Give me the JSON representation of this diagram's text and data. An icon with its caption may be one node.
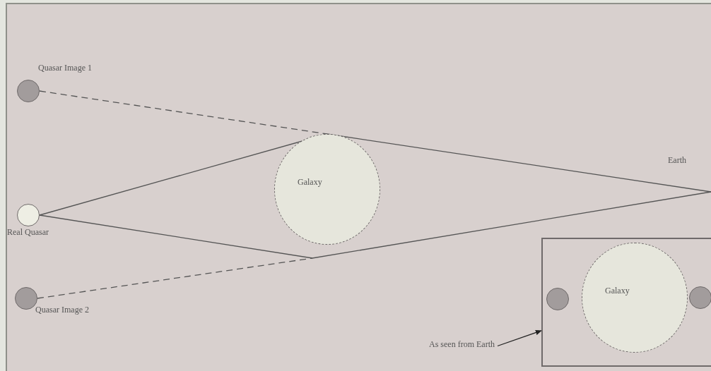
{
  "diagram": {
    "nodes": [
      {
        "text": [],
        "shape": "circle",
        "beside": [
          "Quasar Image 1"
        ]
      },
      {
        "text": [],
        "shape": "circle",
        "beside": [
          "Real Quasar"
        ]
      },
      {
        "text": [],
        "shape": "circle",
        "beside": [
          "Quasar Image 2"
        ]
      },
      {
        "text": [
          "Galaxy"
        ]
      },
      {
        "text": [
          "Earth"
        ]
      },
      {
        "text": [],
        "shape": "box"
      },
      {
        "text": [],
        "shape": "circle",
        "in": 5
      },
      {
        "text": [
          "Galaxy"
        ],
        "in": 5
      },
      {
        "text": [],
        "shape": "circle",
        "in": 5
      },
      {
        "text": [
          "As seen from Earth"
        ]
      }
    ],
    "edges": [
      {
        "from": 1,
        "to": 3,
        "arrow": "none"
      },
      {
        "from": 3,
        "to": 4,
        "arrow": "none"
      },
      {
        "from": 1,
        "to": 4,
        "arrow": "none"
      },
      {
        "from": 0,
        "to": 3,
        "arrow": "none",
        "style": "dashed"
      },
      {
        "from": 2,
        "to": null,
        "arrow": "none",
        "style": "dashed"
      },
      {
        "from": 9,
        "to": 5,
        "arrow": "to"
      }
    ]
  }
}
